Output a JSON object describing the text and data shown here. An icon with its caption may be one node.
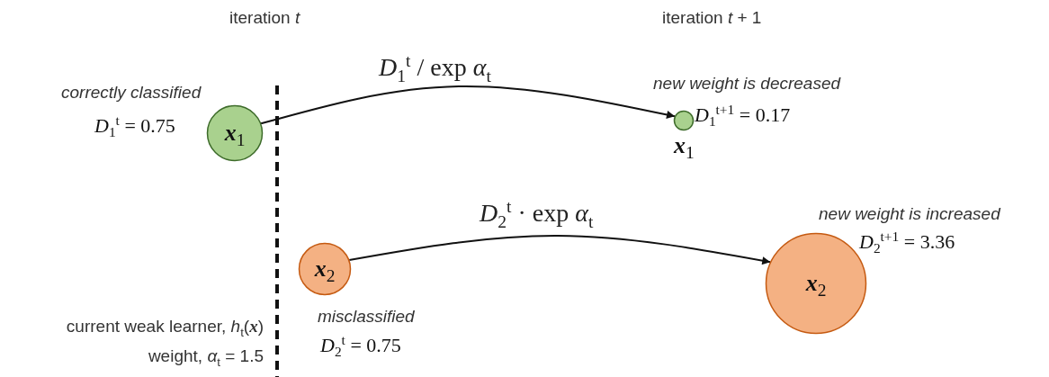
{
  "diagram": {
    "nodes": [
      {
        "text": [
          "**x**$_{1}$"
        ],
        "beside": [
          "correctly classified",
          "*D*$_{1}$$^{t}$ = 0.75"
        ]
      },
      {
        "text": [
          "**x**$_{1}$"
        ],
        "beside": [
          "new weight is decreased",
          "*D*$_{1}$$^{t+1}$ = 0.17"
        ]
      },
      {
        "text": [
          "**x**$_{2}$"
        ],
        "beside": [
          "misclassified",
          "*D*$_{2}$$^{t}$ = 0.75"
        ]
      },
      {
        "text": [
          "**x**$_{2}$"
        ],
        "beside": [
          "new weight is increased",
          "*D*$_{2}$$^{t+1}$ = 3.36"
        ]
      }
    ],
    "edges": [
      {
        "from": 0,
        "to": 1,
        "arrow": "to",
        "label": "*D*$_{1}$$^{t}$ / exp *α*$_{t}$"
      },
      {
        "from": 2,
        "to": 3,
        "arrow": "to",
        "label": "*D*$_{2}$$^{t}$ · exp *α*$_{t}$"
      }
    ],
    "labels": [
      "iteration *t*",
      "iteration *t* + 1",
      "current weak learner, *h*$_{t}$(**x**)",
      "weight, *α*$_{t}$ = 1.5"
    ]
  }
}
